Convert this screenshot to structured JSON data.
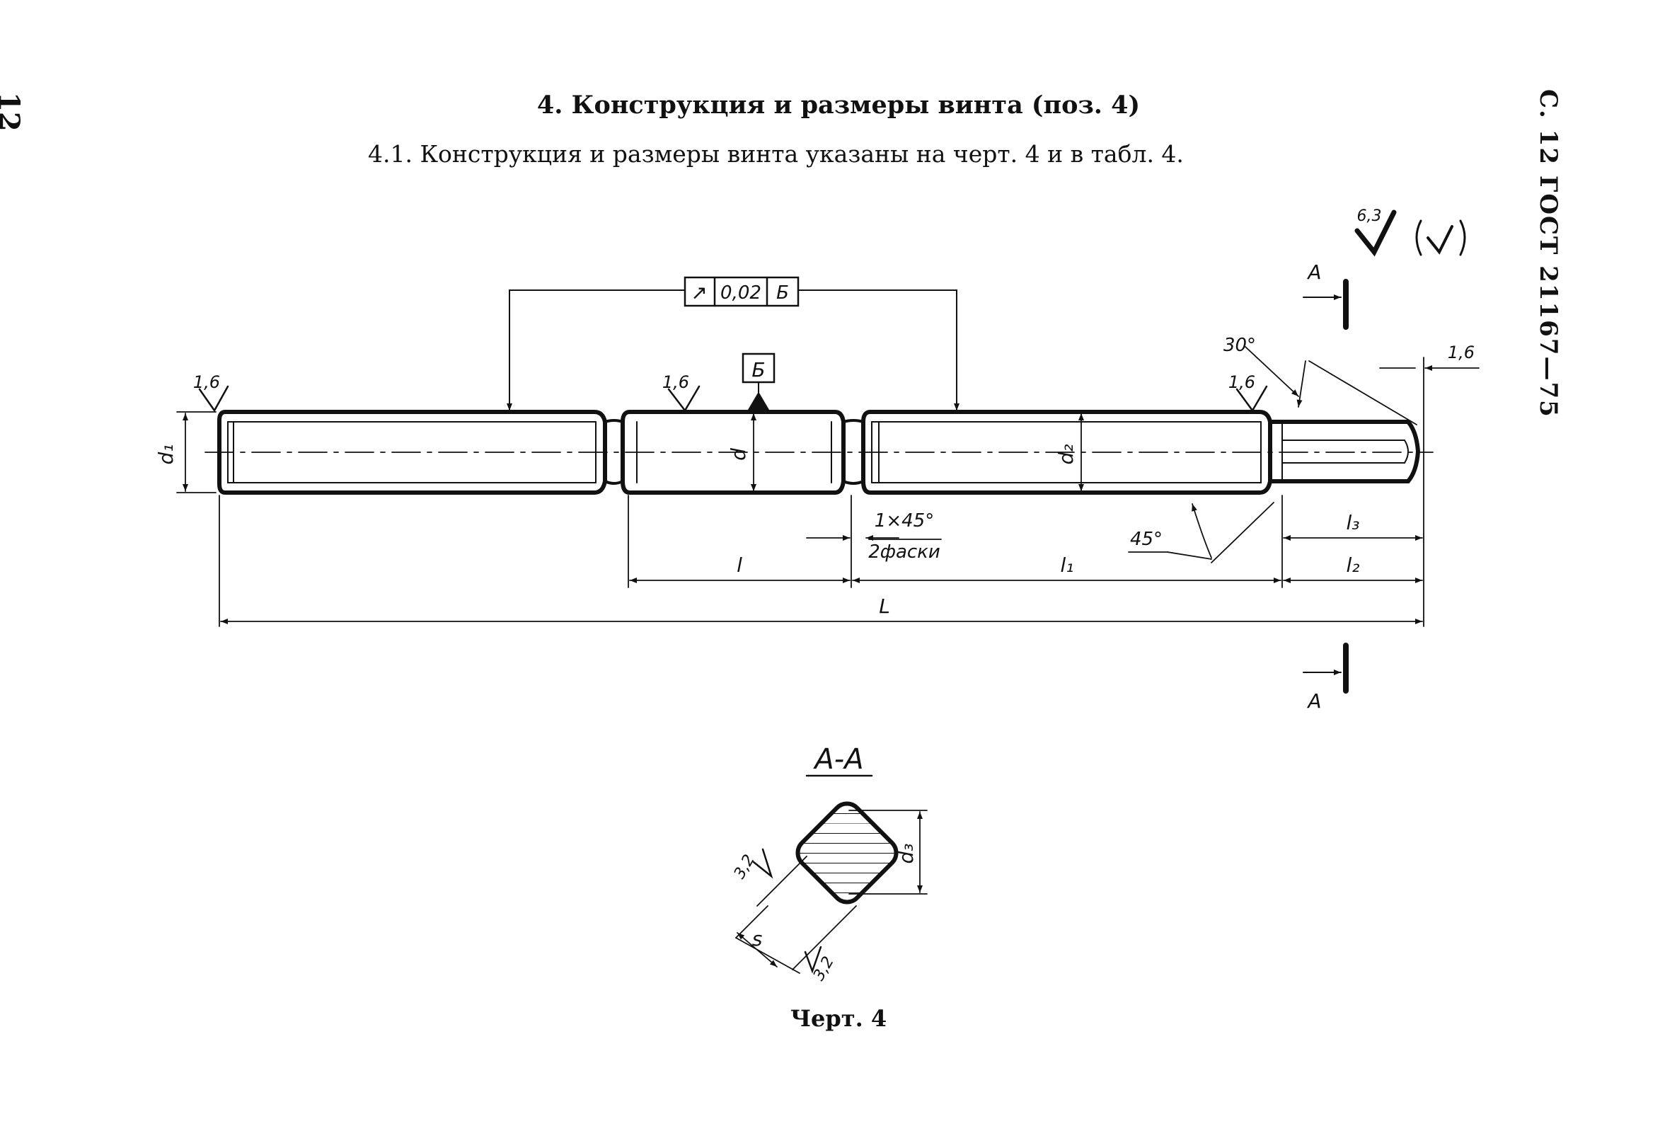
{
  "page": {
    "number": "12",
    "side_header": "С. 12 ГОСТ 21167—75",
    "section_title": "4. Конструкция и размеры винта (поз. 4)",
    "paragraph": "4.1. Конструкция и размеры винта указаны на черт. 4 и в табл. 4.",
    "caption": "Черт. 4"
  },
  "drawing": {
    "general_roughness": "6,3",
    "general_roughness_paren": "(✓)",
    "tolerance_frame": {
      "symbol": "↗",
      "value": "0,02",
      "datum": "Б"
    },
    "datum_label": "Б",
    "roughness": [
      "1,6",
      "1,6",
      "1,6",
      "1,6"
    ],
    "section_label": "А",
    "angle_30": "30°",
    "angle_45": "45°",
    "chamfer_note": "1×45°",
    "chamfer_count": "2фаски",
    "dims": {
      "d1": "d₁",
      "d": "d",
      "d2": "d₂",
      "l": "l",
      "l1": "l₁",
      "l2": "l₂",
      "l3": "l₃",
      "L": "L"
    },
    "section_view": {
      "title": "А-А",
      "d3": "d₃",
      "s": "s",
      "roughness": [
        "3,2",
        "3,2"
      ]
    }
  }
}
